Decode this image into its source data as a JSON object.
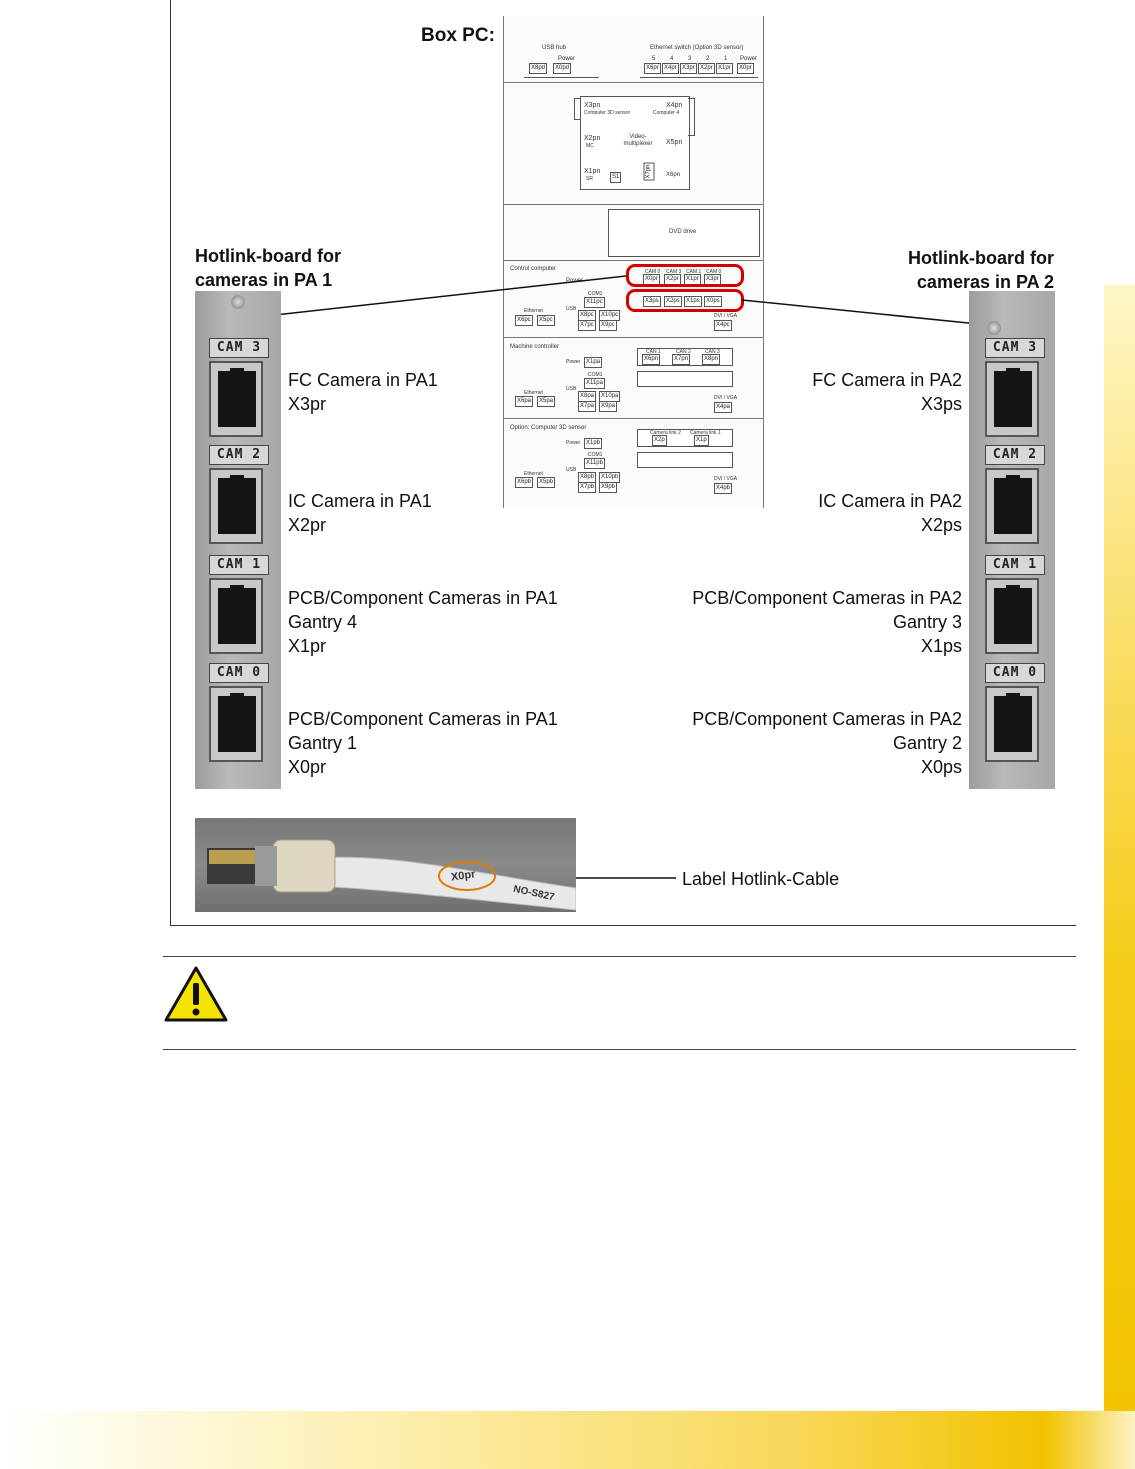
{
  "figure": {
    "box_pc_title": "Box PC:",
    "hotlink_left_title_line1": "Hotlink-board for",
    "hotlink_left_title_line2": "cameras in PA 1",
    "hotlink_right_title_line1": "Hotlink-board for",
    "hotlink_right_title_line2": "cameras in PA 2",
    "cam_tags": [
      "CAM 3",
      "CAM 2",
      "CAM 1",
      "CAM 0"
    ],
    "left_labels": {
      "fc_line1": "FC Camera in PA1",
      "fc_line2": "X3pr",
      "ic_line1": "IC Camera in PA1",
      "ic_line2": "X2pr",
      "pcb4_line1": "PCB/Component Cameras in PA1",
      "pcb4_line2": "Gantry 4",
      "pcb4_line3": "X1pr",
      "pcb1_line1": "PCB/Component Cameras in PA1",
      "pcb1_line2": "Gantry 1",
      "pcb1_line3": "X0pr"
    },
    "right_labels": {
      "fc_line1": "FC Camera in PA2",
      "fc_line2": "X3ps",
      "ic_line1": "IC Camera in PA2",
      "ic_line2": "X2ps",
      "pcb3_line1": "PCB/Component Cameras in PA2",
      "pcb3_line2": "Gantry 3",
      "pcb3_line3": "X1ps",
      "pcb2_line1": "PCB/Component Cameras in PA2",
      "pcb2_line2": "Gantry 2",
      "pcb2_line3": "X0ps"
    },
    "cable_label": "Label Hotlink-Cable",
    "cable_print_1": "X0pr",
    "cable_print_2": "NO-S827"
  },
  "schematic": {
    "usb_hub": "USB hub",
    "ethernet_switch": "Ethernet switch (Option 3D sensor)",
    "power": "Power",
    "top_ports_left": [
      "X8pd",
      "X0pd"
    ],
    "switch_numbers": [
      "5",
      "4",
      "3",
      "2",
      "1",
      "Power"
    ],
    "top_ports_right": [
      "X6pr",
      "X4pr",
      "X3pr",
      "X2pr",
      "X1pr",
      "X0pr"
    ],
    "mux": {
      "x3pn": "X3pn",
      "computer_3d": "Computer 3D sensor",
      "x4pn": "X4pn",
      "computer_4": "Computer 4",
      "x2pn": "X2pn",
      "mc": "MC",
      "video_mux": "Video-multiplexer",
      "x5pn": "X5pn",
      "x1pn": "X1pn",
      "sr": "SR",
      "s1": "S1",
      "x7pn": "X7pn",
      "x6pn": "X6pn"
    },
    "dvd_drive": "DVD drive",
    "control": {
      "title": "Control computer",
      "power": "Power",
      "cam_heads": [
        "CAM 0",
        "CAM 3",
        "CAM 1",
        "CAM 0"
      ],
      "cam_ports": [
        "X0pr",
        "X2pr",
        "X1pr",
        "X3pr"
      ],
      "cam_ports_2": [
        "X3ps",
        "X2ps",
        "X1ps",
        "X0ps"
      ],
      "com1": "COM1",
      "x11pc": "X11pc",
      "usb": "USB",
      "ethernet": "Ethernet",
      "eth_ports": [
        "X6pc",
        "X5pc"
      ],
      "usb_ports_row1": [
        "X8pc",
        "X10pc"
      ],
      "usb_ports_row2": [
        "X7pc",
        "X9pc"
      ],
      "dvi": "DVI / VGA",
      "x4pc": "X4pc"
    },
    "machine": {
      "title": "Machine controller",
      "power": "Power",
      "x1pa": "X1pa",
      "cam_heads": [
        "CAN 1",
        "CAN 2",
        "CAN 3"
      ],
      "cam_ports": [
        "X6pn",
        "X7pn",
        "X8pn"
      ],
      "com1": "COM1",
      "x11pa": "X11pa",
      "usb": "USB",
      "ethernet": "Ethernet",
      "eth_ports": [
        "X6pa",
        "X5pa"
      ],
      "usb_ports_row1": [
        "X8pa",
        "X10pa"
      ],
      "usb_ports_row2": [
        "X7pa",
        "X9pa"
      ],
      "dvi": "DVI / VGA",
      "x4pa": "X4pa"
    },
    "option3d": {
      "title": "Option: Computer 3D sensor",
      "power": "Power",
      "x1pb": "X1pb",
      "cam_heads": [
        "Camera link 2",
        "Camera link 1"
      ],
      "cam_ports": [
        "X2p",
        "X1p"
      ],
      "com1": "COM1",
      "x11pb": "X11pb",
      "usb": "USB",
      "ethernet": "Ethernet",
      "eth_ports": [
        "X6pb",
        "X5pb"
      ],
      "usb_ports_row1": [
        "X8pb",
        "X10pb"
      ],
      "usb_ports_row2": [
        "X7pb",
        "X9pb"
      ],
      "dvi": "DVI / VGA",
      "x4pb": "X4pb"
    }
  },
  "colors": {
    "highlight_ring": "#d40000",
    "warning_yellow": "#f5e400",
    "accent_yellow": "#f3c300"
  }
}
